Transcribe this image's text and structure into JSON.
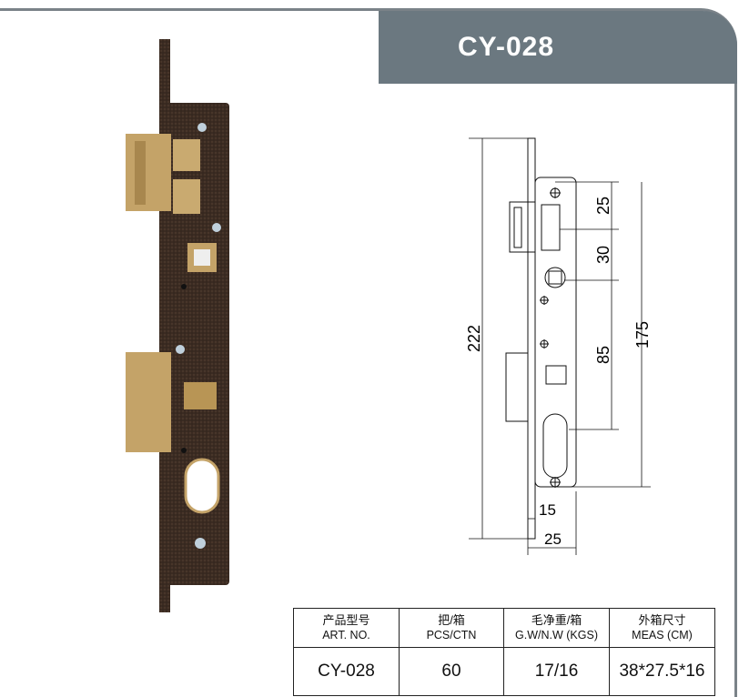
{
  "title": "CY-028",
  "colors": {
    "title_bar": "#6b7880",
    "frame": "#7a8288",
    "lock_body": "#3a2a22",
    "brass": "#c4a368"
  },
  "dimensions": {
    "d222": "222",
    "d175": "175",
    "d25_top": "25",
    "d30": "30",
    "d85": "85",
    "d15": "15",
    "d25_bottom": "25"
  },
  "table": {
    "headers": [
      {
        "zh": "产品型号",
        "en": "ART. NO."
      },
      {
        "zh": "把/箱",
        "en": "PCS/CTN"
      },
      {
        "zh": "毛净重/箱",
        "en": "G.W/N.W (KGS)"
      },
      {
        "zh": "外箱尺寸",
        "en": "MEAS (CM)"
      }
    ],
    "row": [
      "CY-028",
      "60",
      "17/16",
      "38*27.5*16"
    ]
  }
}
